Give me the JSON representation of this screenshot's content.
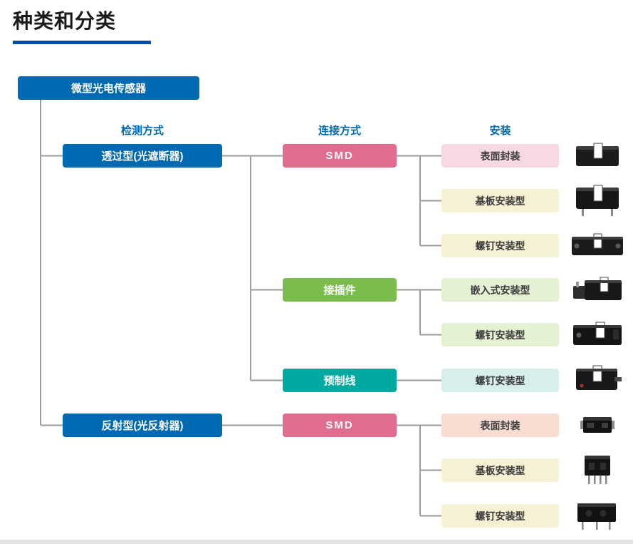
{
  "page": {
    "title": "种类和分类"
  },
  "diagram": {
    "root": "微型光电传感器",
    "columns": [
      "检测方式",
      "连接方式",
      "安装"
    ],
    "branches": [
      {
        "detection": "透过型(光遮断器)",
        "groups": [
          {
            "connection": "SMD",
            "mountings": [
              "表面封装",
              "基板安装型",
              "螺钉安装型"
            ]
          },
          {
            "connection": "接插件",
            "mountings": [
              "嵌入式安装型",
              "螺钉安装型"
            ]
          },
          {
            "connection": "预制线",
            "mountings": [
              "螺钉安装型"
            ]
          }
        ]
      },
      {
        "detection": "反射型(光反射器)",
        "groups": [
          {
            "connection": "SMD",
            "mountings": [
              "表面封装",
              "基板安装型",
              "螺钉安装型"
            ]
          }
        ]
      }
    ],
    "photos": [
      "slot-sensor-photo",
      "slot-sensor-pins-photo",
      "slot-sensor-screw-photo",
      "slot-sensor-connector-photo",
      "slot-sensor-screw-photo",
      "slot-sensor-cable-photo",
      "smd-chip-photo",
      "reflective-sensor-pins-photo",
      "reflective-sensor-screw-photo"
    ],
    "colors": {
      "accent_blue": "#0069b4",
      "underline_blue": "#004ea2",
      "smd_pink": "#e06c8e",
      "connector_green": "#7abd4c",
      "prewired_teal": "#00a8a2",
      "leaf_pink": "#f7d9e3",
      "leaf_cream": "#f6f0d4",
      "leaf_green": "#e5f1d3",
      "leaf_teal": "#d8eeea",
      "leaf_salmon": "#f9ddd2",
      "line_gray": "#9c9c9c"
    }
  }
}
